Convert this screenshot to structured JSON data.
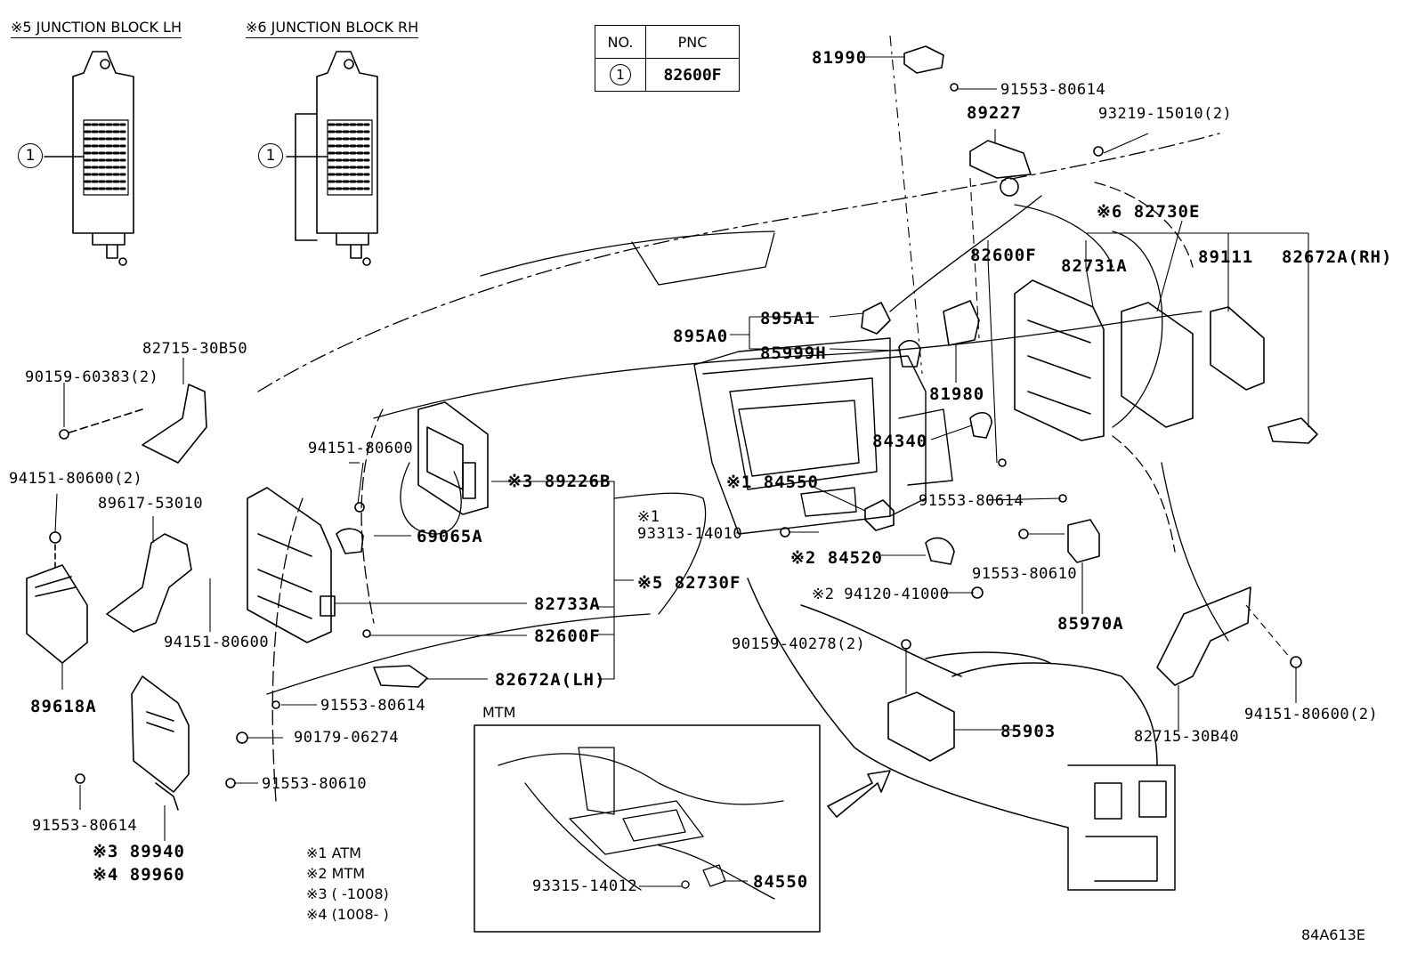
{
  "headers": {
    "jb_lh": "※5 JUNCTION BLOCK LH",
    "jb_rh": "※6 JUNCTION BLOCK RH"
  },
  "legend": {
    "col_no": "NO.",
    "col_pnc": "PNC",
    "row_no": "1",
    "row_pnc": "82600F"
  },
  "callouts": {
    "jb_lh": "1",
    "jb_rh": "1"
  },
  "labels": {
    "p81990": "81990",
    "p91553_80614_top": "91553-80614",
    "p89227": "89227",
    "p93219": "93219-15010(2)",
    "p82730E": "※6 82730E",
    "p82600F_r": "82600F",
    "p82731A": "82731A",
    "p89111": "89111",
    "p82672A_rh": "82672A(RH)",
    "p895A0": "895A0",
    "p895A1": "895A1",
    "p85999H": "85999H",
    "p81980": "81980",
    "p84340": "84340",
    "p84550_a": "※1 84550",
    "p91553_80614_mid": "91553-80614",
    "p93313_note": "※1",
    "p93313": "93313-14010",
    "p84520": "※2 84520",
    "p94120": "※2 94120-41000",
    "p91553_80610_r": "91553-80610",
    "p85970A": "85970A",
    "p90159_40278": "90159-40278(2)",
    "p85903": "85903",
    "p82715_30B40": "82715-30B40",
    "p94151_80600_r": "94151-80600(2)",
    "p82715_30B50": "82715-30B50",
    "p90159_60383": "90159-60383(2)",
    "p94151_80600_l2": "94151-80600(2)",
    "p89617": "89617-53010",
    "p94151_80600_l": "94151-80600",
    "p89618A": "89618A",
    "p94151_80600_c": "94151-80600",
    "p89226B": "※3 89226B",
    "p69065A": "69065A",
    "p82730F": "※5 82730F",
    "p82733A": "82733A",
    "p82600F_l": "82600F",
    "p82672A_lh": "82672A(LH)",
    "p91553_80614_c": "91553-80614",
    "p90179": "90179-06274",
    "p91553_80610_l": "91553-80610",
    "p91553_80614_bl": "91553-80614",
    "p89940": "※3 89940",
    "p89960": "※4 89960",
    "p93315": "93315-14012",
    "p84550_b": "84550"
  },
  "inset_title": "MTM",
  "notes": [
    "※1 ATM",
    "※2 MTM",
    "※3 (      -1008)",
    "※4 (1008-      )"
  ],
  "ref_code": "84A613E"
}
